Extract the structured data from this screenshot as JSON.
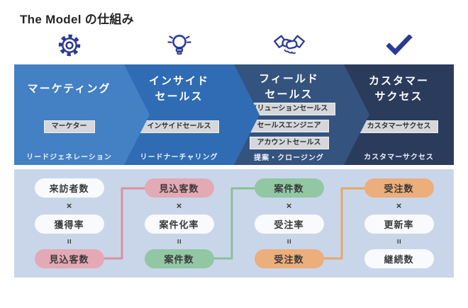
{
  "title": "The Model の仕組み",
  "stages": [
    {
      "name_lines": [
        "マーケティング",
        ""
      ],
      "icon": "gear-icon",
      "roles": [
        "マーケター"
      ],
      "process": "リードジェネレーション"
    },
    {
      "name_lines": [
        "インサイド",
        "セールス"
      ],
      "icon": "lightbulb-icon",
      "roles": [
        "インサイドセールス"
      ],
      "process": "リードナーチャリング"
    },
    {
      "name_lines": [
        "フィールド",
        "セールス"
      ],
      "icon": "handshake-icon",
      "roles": [
        "ソリューションセールス",
        "セールスエンジニア",
        "アカウントセールス"
      ],
      "process": "提案・クロージング"
    },
    {
      "name_lines": [
        "カスタマー",
        "サクセス"
      ],
      "icon": "checkmark-icon",
      "roles": [
        "カスタマーサクセス"
      ],
      "process": "カスタマーサクセス"
    }
  ],
  "metrics": {
    "multiply": "×",
    "equals": "=",
    "columns": [
      {
        "top": "来訪者数",
        "top_color": "white",
        "middle": "獲得率",
        "bottom": "見込客数",
        "bottom_color": "pink"
      },
      {
        "top": "見込客数",
        "top_color": "pink",
        "middle": "案件化率",
        "bottom": "案件数",
        "bottom_color": "green"
      },
      {
        "top": "案件数",
        "top_color": "green",
        "middle": "受注率",
        "bottom": "受注数",
        "bottom_color": "orange"
      },
      {
        "top": "受注数",
        "top_color": "orange",
        "middle": "更新率",
        "bottom": "継続数",
        "bottom_color": "white"
      }
    ]
  },
  "colors": {
    "title": "#262626",
    "navy": "#2b3a96",
    "stage0": "#4380c4",
    "stage1": "#2f6cb4",
    "stage2": "#35537f",
    "stage3": "#2b3b5b",
    "chip": "#d5d7da",
    "chiptext": "#2f2f2f",
    "processtext": "#edf2fa",
    "panel": "#c9d6ea",
    "pillwhite": "#f8fafd",
    "pillpink": "#e3a9b5",
    "pillgreen": "#92c7a4",
    "pillorange": "#ecae7a",
    "pilltext": "#3a3a3a",
    "linepink": "#d7939f",
    "linegreen": "#8ac09b",
    "lineorange": "#e8a767"
  }
}
